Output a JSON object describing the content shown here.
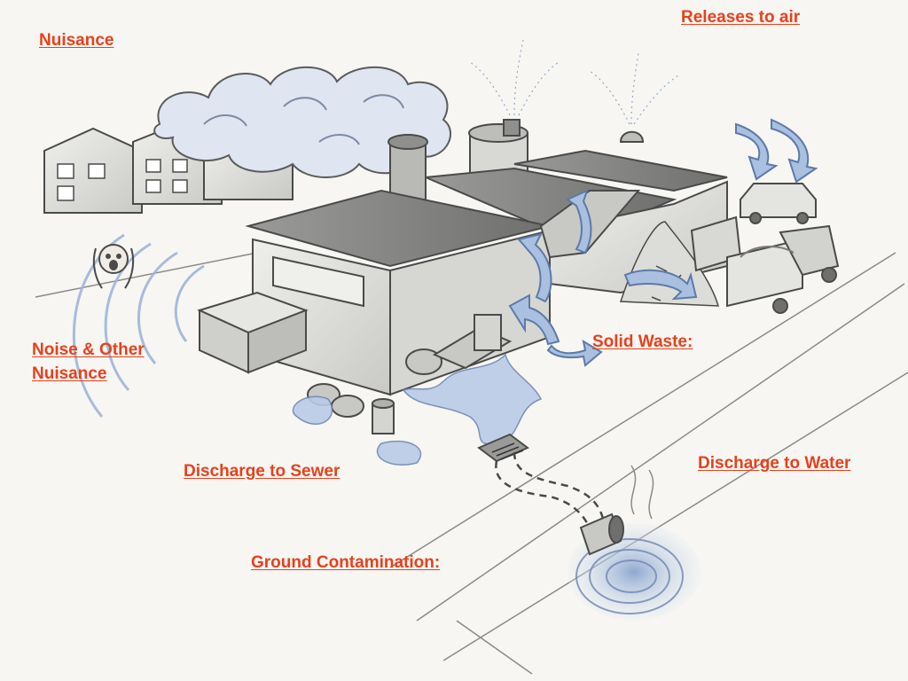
{
  "labels": {
    "releases_to_air": "Releases to air",
    "nuisance": "Nuisance",
    "noise_line1": "Noise & Other",
    "noise_line2": "Nuisance",
    "solid_waste": "Solid Waste:",
    "discharge_to_water": "Discharge to Water",
    "discharge_to_sewer": "Discharge to Sewer",
    "ground_contamination": "Ground Contamination:"
  },
  "colors": {
    "label": "#e8401c",
    "ink": "#4a4a4a",
    "wash_blue": "#9fb6d8",
    "paper": "#f7f6f2"
  }
}
